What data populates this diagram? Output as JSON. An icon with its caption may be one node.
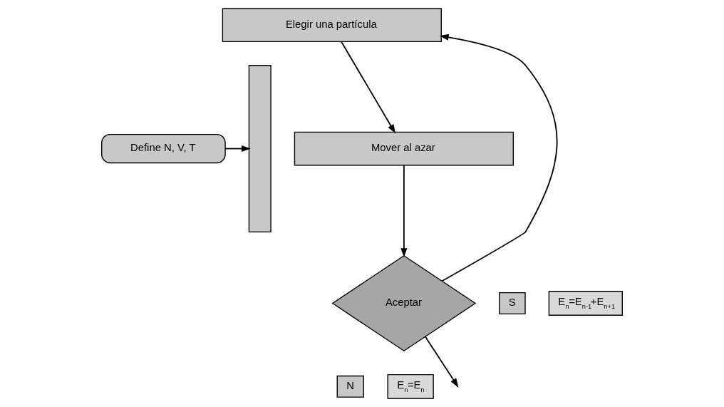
{
  "diagram": {
    "nodes": [
      {
        "text": [
          "Define N, V, T"
        ]
      },
      {
        "text": [],
        "shape": "bar"
      },
      {
        "text": [
          "Elegir una partícula"
        ]
      },
      {
        "text": [
          "Mover al azar"
        ]
      },
      {
        "text": [
          "Aceptar"
        ]
      },
      {
        "text": [
          "S"
        ]
      },
      {
        "text": [
          "N"
        ]
      },
      {
        "text": [
          "E$_{n}$=E$_{n-1}$+E$_{n+1}$"
        ]
      },
      {
        "text": [
          "E$_{n}$=E$_{n}$"
        ]
      }
    ],
    "edges": [
      {
        "from": 0,
        "to": 1,
        "arrow": "to"
      },
      {
        "from": 2,
        "to": 3,
        "arrow": "to"
      },
      {
        "from": 3,
        "to": 4,
        "arrow": "to"
      },
      {
        "from": 4,
        "to": null,
        "arrow": "to"
      },
      {
        "from": 4,
        "to": 2,
        "arrow": "to"
      }
    ]
  }
}
